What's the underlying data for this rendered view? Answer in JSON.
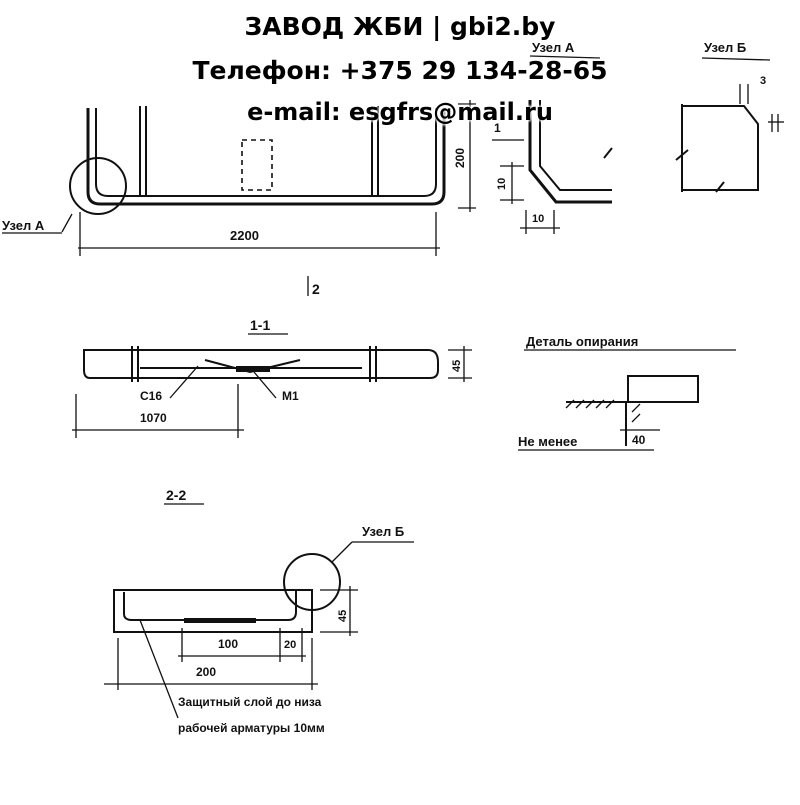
{
  "header": {
    "line1": "ЗАВОД ЖБИ | gbi2.by",
    "line2": "Телефон: +375 29 134-28-65",
    "line3": "e-mail: esgfrs@mail.ru"
  },
  "drawing": {
    "node_a_callout": "Узел А",
    "node_a_title": "Узел А",
    "node_b_title": "Узел Б",
    "node_b_callout": "Узел Б",
    "dim_length": "2200",
    "dim_height": "200",
    "dim_node_a_v": "10",
    "dim_node_a_h": "10",
    "dim_node_b": "3",
    "mark_1": "1",
    "section_mark_2": "2",
    "section_1_title": "1-1",
    "rebar_c16": "С16",
    "mark_m1": "М1",
    "dim_1070": "1070",
    "dim_45_a": "45",
    "detail_title": "Деталь опирания",
    "not_less": "Не менее",
    "dim_40": "40",
    "section_2_title": "2-2",
    "dim_100": "100",
    "dim_20": "20",
    "dim_200": "200",
    "dim_45_b": "45",
    "note_line1": "Защитный слой до низа",
    "note_line2": "рабочей арматуры 10мм"
  }
}
